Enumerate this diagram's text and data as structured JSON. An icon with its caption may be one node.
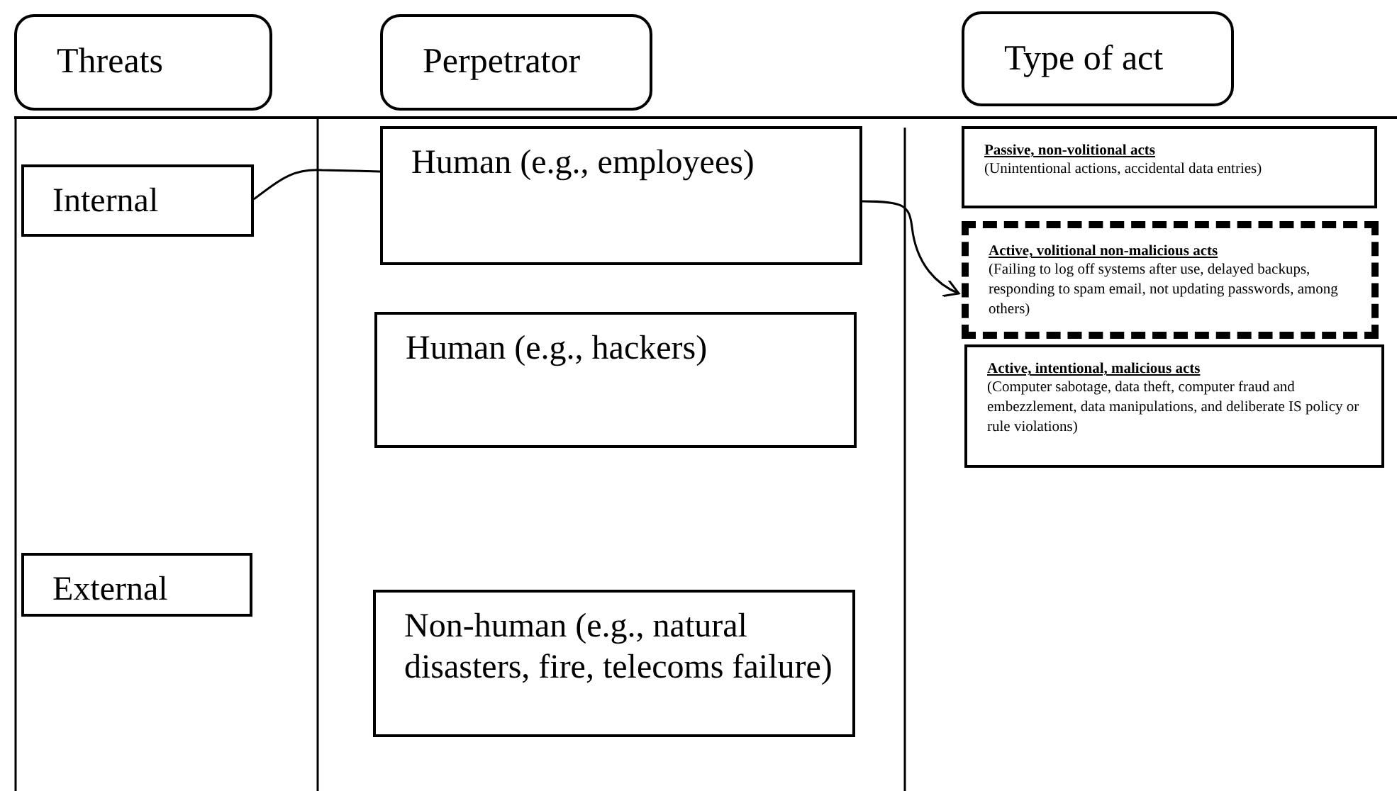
{
  "diagram": {
    "nodes": [
      {
        "text": [
          "Threats"
        ]
      },
      {
        "text": [
          "Perpetrator"
        ]
      },
      {
        "text": [
          "Type of act"
        ]
      },
      {
        "text": [
          "Internal"
        ]
      },
      {
        "text": [
          "Human (e.g., employees)"
        ]
      },
      {
        "text": [
          "Passive, non-volitional acts",
          "(Unintentional actions, accidental data entries)"
        ]
      },
      {
        "text": [
          "Active, volitional non-malicious acts",
          "(Failing to log off systems after use, delayed backups, responding to spam email, not updating passwords, among others)"
        ]
      },
      {
        "text": [
          "Human (e.g., hackers)"
        ]
      },
      {
        "text": [
          "Active, intentional, malicious acts",
          "(Computer sabotage, data theft, computer fraud and embezzlement, data manipulations, and deliberate IS policy or rule violations)"
        ]
      },
      {
        "text": [
          "External"
        ]
      },
      {
        "text": [
          "Non-human (e.g., natural disasters, fire, telecoms failure)"
        ]
      }
    ],
    "edges": [
      {
        "from": 3,
        "to": 4,
        "arrow": "none"
      },
      {
        "from": 4,
        "to": 6,
        "arrow": "to"
      }
    ]
  }
}
